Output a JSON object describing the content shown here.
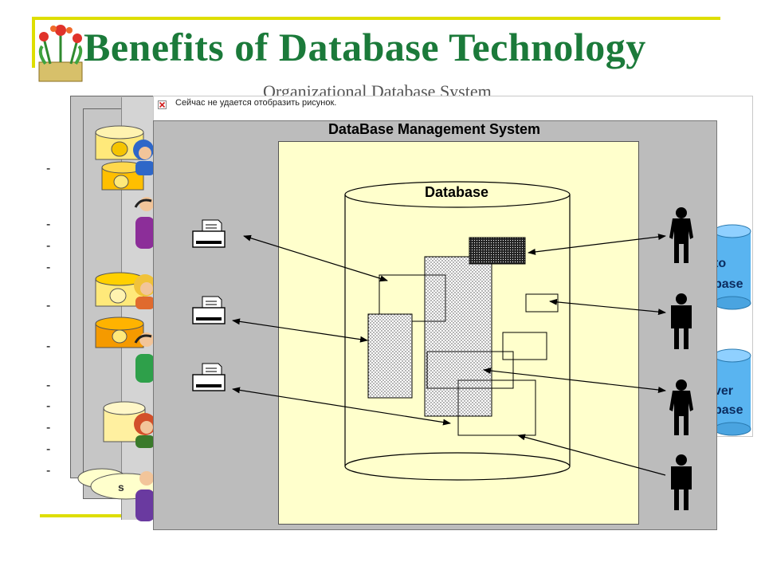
{
  "slide": {
    "title": "Benefits of Database Technology",
    "bullet_dash": "-"
  },
  "back_figure": {
    "title": "Organizational Database System",
    "partial_labels": [
      "to",
      "base",
      "ver",
      "base",
      "s"
    ]
  },
  "broken_image": {
    "message": "Сейчас не удается отобразить рисунок."
  },
  "dbms": {
    "title": "DataBase Management System",
    "database_label": "Database"
  },
  "colors": {
    "title_green": "#1b7a3a",
    "accent_yellow": "#e8e800",
    "dbms_gray": "#bcbcbc",
    "db_area": "#ffffcc",
    "blue_cylinder": "#59b4f0"
  }
}
